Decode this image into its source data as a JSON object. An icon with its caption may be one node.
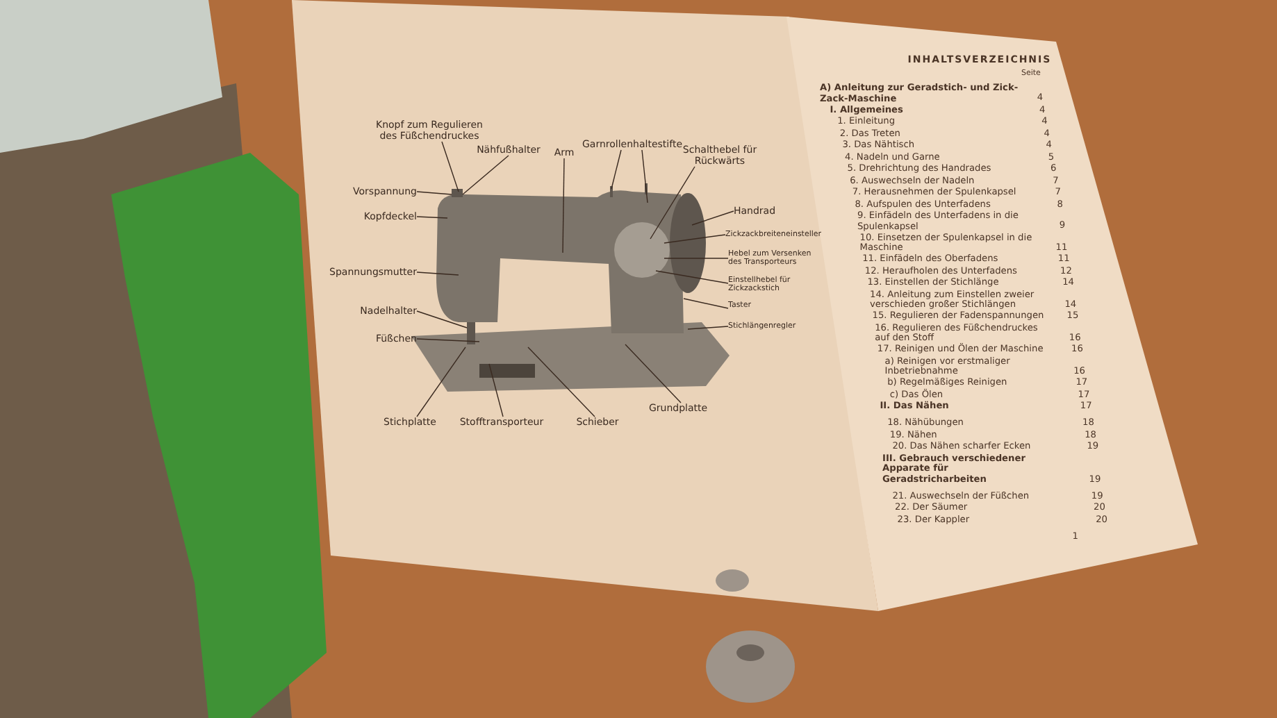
{
  "diagram": {
    "nodes": [
      {
        "text": [
          "Knopf zum Regulieren des Füßchendruckes"
        ]
      },
      {
        "text": [
          "Nähfußhalter"
        ]
      },
      {
        "text": [
          "Arm"
        ]
      },
      {
        "text": [
          "Garnrollenhaltestifte"
        ]
      },
      {
        "text": [
          "Schalthebel für Rückwärts"
        ]
      },
      {
        "text": [
          "Vorspannung"
        ]
      },
      {
        "text": [
          "Kopfdeckel"
        ]
      },
      {
        "text": [
          "Spannungsmutter"
        ]
      },
      {
        "text": [
          "Nadelhalter"
        ]
      },
      {
        "text": [
          "Füßchen"
        ]
      },
      {
        "text": [
          "Handrad"
        ]
      },
      {
        "text": [
          "Zickzackbreiteneinsteller"
        ]
      },
      {
        "text": [
          "Hebel zum Versenken des Transporteurs"
        ]
      },
      {
        "text": [
          "Einstellhebel für Zickzackstich"
        ]
      },
      {
        "text": [
          "Taster"
        ]
      },
      {
        "text": [
          "Stichlängenregler"
        ]
      },
      {
        "text": [
          "Stichplatte"
        ]
      },
      {
        "text": [
          "Stofftransporteur"
        ]
      },
      {
        "text": [
          "Schieber"
        ]
      },
      {
        "text": [
          "Grundplatte"
        ]
      }
    ],
    "edges": [
      {
        "from": 0,
        "to": null,
        "arrow": "none"
      },
      {
        "from": 1,
        "to": null,
        "arrow": "none"
      },
      {
        "from": 2,
        "to": null,
        "arrow": "none"
      },
      {
        "from": 3,
        "to": null,
        "arrow": "none"
      },
      {
        "from": 3,
        "to": null,
        "arrow": "none"
      },
      {
        "from": 4,
        "to": null,
        "arrow": "none"
      },
      {
        "from": 5,
        "to": null,
        "arrow": "none"
      },
      {
        "from": 6,
        "to": null,
        "arrow": "none"
      },
      {
        "from": 7,
        "to": null,
        "arrow": "none"
      },
      {
        "from": 8,
        "to": null,
        "arrow": "none"
      },
      {
        "from": 9,
        "to": null,
        "arrow": "none"
      },
      {
        "from": 10,
        "to": null,
        "arrow": "none"
      },
      {
        "from": 11,
        "to": null,
        "arrow": "none"
      },
      {
        "from": 12,
        "to": null,
        "arrow": "none"
      },
      {
        "from": 13,
        "to": null,
        "arrow": "none"
      },
      {
        "from": 14,
        "to": null,
        "arrow": "none"
      },
      {
        "from": 15,
        "to": null,
        "arrow": "none"
      },
      {
        "from": 16,
        "to": null,
        "arrow": "none"
      },
      {
        "from": 17,
        "to": null,
        "arrow": "none"
      },
      {
        "from": 18,
        "to": null,
        "arrow": "none"
      },
      {
        "from": 19,
        "to": null,
        "arrow": "none"
      }
    ],
    "labels": [
      "INHALTSVERZEICHNIS",
      "Seite",
      "A) Anleitung zur Geradstich- und Zick-Zack-Maschine",
      "4",
      "I. Allgemeines",
      "4",
      "1. Einleitung",
      "4",
      "2. Das Treten",
      "4",
      "3. Das Nähtisch",
      "4",
      "4. Nadeln und Garne",
      "5",
      "5. Drehrichtung des Handrades",
      "6",
      "6. Auswechseln der Nadeln",
      "7",
      "7. Herausnehmen der Spulenkapsel",
      "7",
      "8. Aufspulen des Unterfadens",
      "8",
      "9. Einfädeln des Unterfadens in die Spulenkapsel",
      "9",
      "10. Einsetzen der Spulenkapsel in die Maschine",
      "11",
      "11. Einfädeln des Oberfadens",
      "11",
      "12. Heraufholen des Unterfadens",
      "12",
      "13. Einstellen der Stichlänge",
      "14",
      "14. Anleitung zum Einstellen zweier verschieden großer Stichlängen",
      "14",
      "15. Regulieren der Fadenspannungen",
      "15",
      "16. Regulieren des Füßchendruckes auf den Stoff",
      "16",
      "17. Reinigen und Ölen der Maschine",
      "16",
      "a) Reinigen vor erstmaliger Inbetriebnahme",
      "16",
      "b) Regelmäßiges Reinigen",
      "17",
      "c) Das Ölen",
      "17",
      "II. Das Nähen",
      "17",
      "18. Nähübungen",
      "18",
      "19. Nähen",
      "18",
      "20. Das Nähen scharfer Ecken",
      "19",
      "III. Gebrauch verschiedener Apparate für Geradstricharbeiten",
      "19",
      "21. Auswechseln der Füßchen",
      "19",
      "22. Der Säumer",
      "20",
      "23. Der Kappler",
      "20",
      "1"
    ]
  }
}
